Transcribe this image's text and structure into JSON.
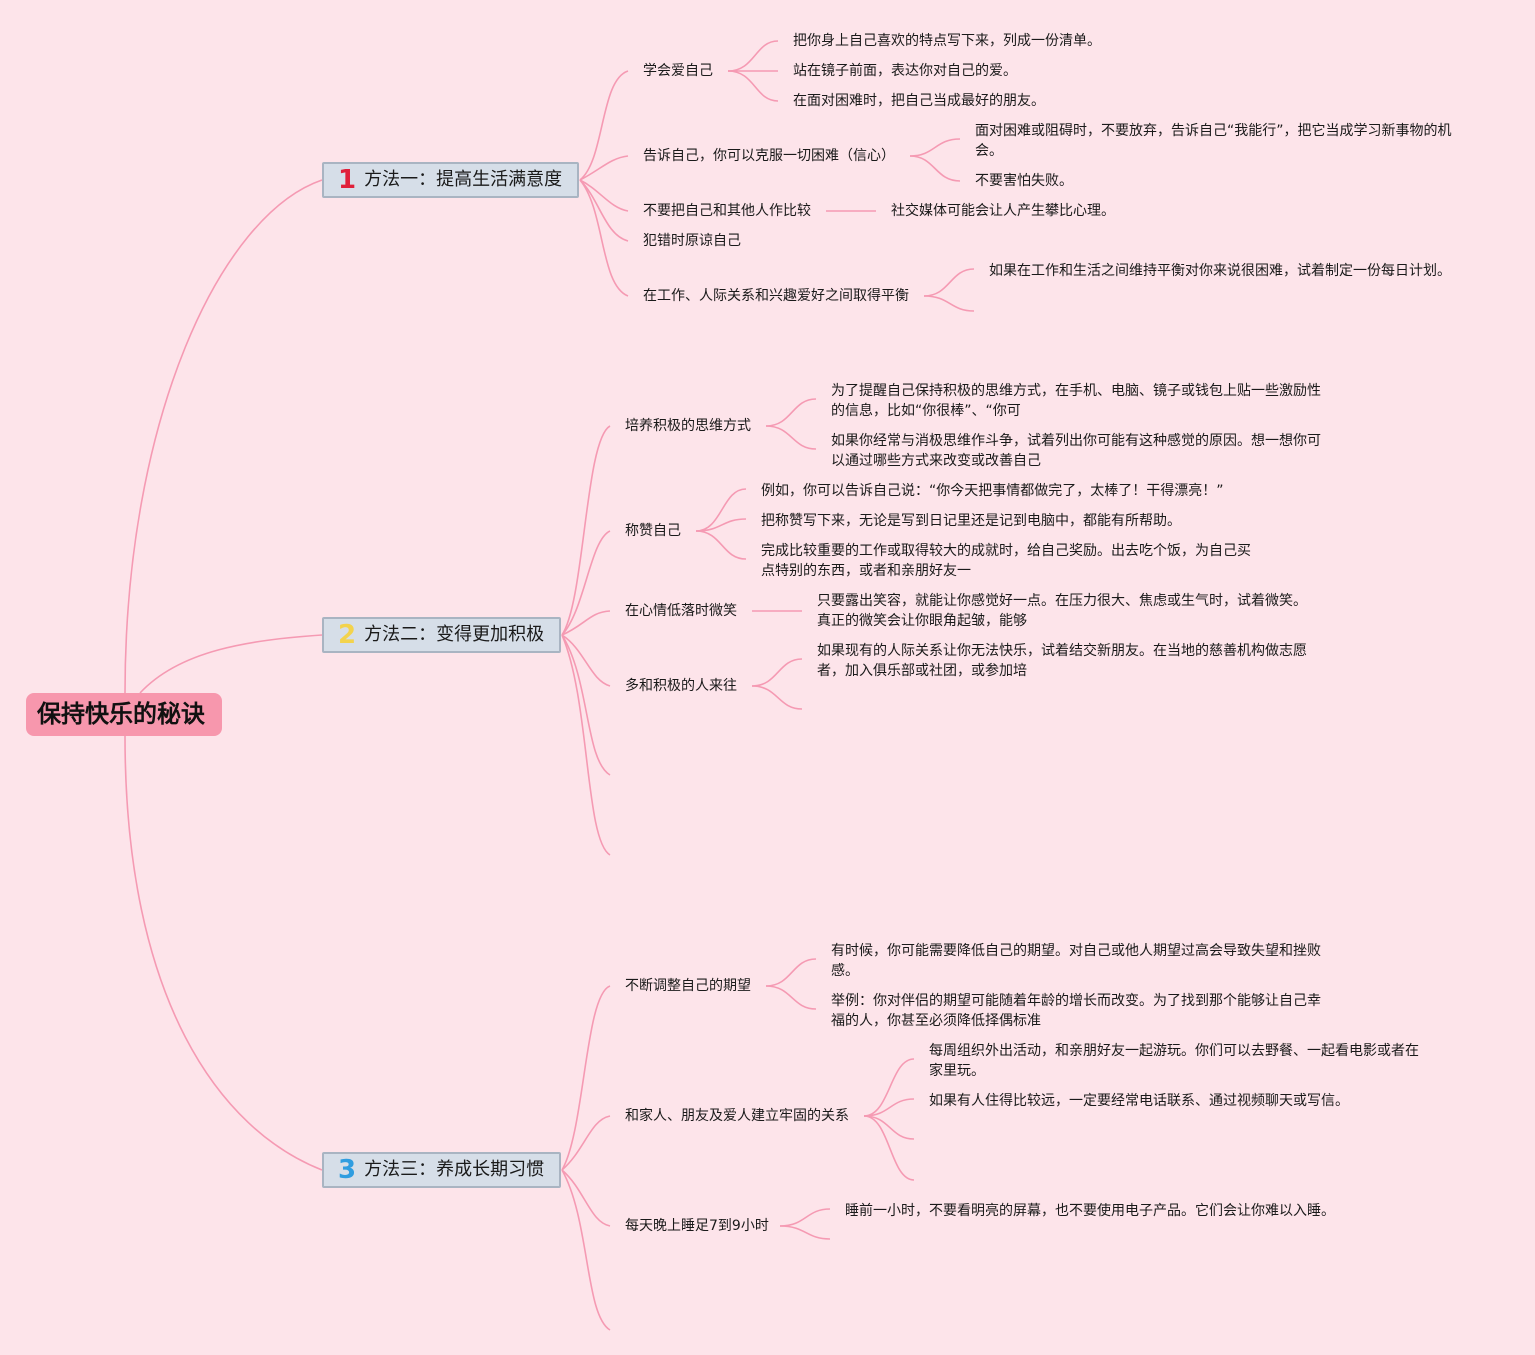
{
  "root": "保持快乐的秘诀",
  "colors": {
    "background": "#fde4ea",
    "root_fill": "#f797ad",
    "branch_fill": "#d6dee8",
    "line": "#f59ab3",
    "num1": "#e0203a",
    "num2": "#f3d34c",
    "num3": "#2f9de0"
  },
  "branches": [
    {
      "num": "1",
      "label": "方法一：提高生活满意度",
      "subs": [
        {
          "label": "学会爱自己",
          "leaves": [
            "把你身上自己喜欢的特点写下来，列成一份清单。",
            "站在镜子前面，表达你对自己的爱。",
            "在面对困难时，把自己当成最好的朋友。"
          ]
        },
        {
          "label": "告诉自己，你可以克服一切困难（信心）",
          "leaves": [
            "面对困难或阻碍时，不要放弃，告诉自己“我能行”，把它当成学习新事物的机会。",
            "不要害怕失败。"
          ]
        },
        {
          "label": "不要把自己和其他人作比较",
          "leaves": [
            "社交媒体可能会让人产生攀比心理。"
          ]
        },
        {
          "label": "犯错时原谅自己",
          "leaves": []
        },
        {
          "label": "在工作、人际关系和兴趣爱好之间取得平衡",
          "leaves": [
            "如果在工作和生活之间维持平衡对你来说很困难，试着制定一份每日计划。"
          ]
        }
      ]
    },
    {
      "num": "2",
      "label": "方法二：变得更加积极",
      "subs": [
        {
          "label": "培养积极的思维方式",
          "leaves": [
            "为了提醒自己保持积极的思维方式，在手机、电脑、镜子或钱包上贴一些激励性的信息，比如“你很棒”、“你可",
            "如果你经常与消极思维作斗争，试着列出你可能有这种感觉的原因。想一想你可以通过哪些方式来改变或改善自己"
          ]
        },
        {
          "label": "称赞自己",
          "leaves": [
            "例如，你可以告诉自己说：“你今天把事情都做完了，太棒了！干得漂亮！”",
            "把称赞写下来，无论是写到日记里还是记到电脑中，都能有所帮助。",
            "完成比较重要的工作或取得较大的成就时，给自己奖励。出去吃个饭，为自己买点特别的东西，或者和亲朋好友一"
          ]
        },
        {
          "label": "在心情低落时微笑",
          "leaves": [
            "只要露出笑容，就能让你感觉好一点。在压力很大、焦虑或生气时，试着微笑。真正的微笑会让你眼角起皱，能够"
          ]
        },
        {
          "label": "多和积极的人来往",
          "leaves": [
            "如果现有的人际关系让你无法快乐，试着结交新朋友。在当地的慈善机构做志愿者，加入俱乐部或社团，或参加培"
          ]
        }
      ]
    },
    {
      "num": "3",
      "label": "方法三：养成长期习惯",
      "subs": [
        {
          "label": "不断调整自己的期望",
          "leaves": [
            "有时候，你可能需要降低自己的期望。对自己或他人期望过高会导致失望和挫败感。",
            "举例：你对伴侣的期望可能随着年龄的增长而改变。为了找到那个能够让自己幸福的人，你甚至必须降低择偶标准"
          ]
        },
        {
          "label": "和家人、朋友及爱人建立牢固的关系",
          "leaves": [
            "每周组织外出活动，和亲朋好友一起游玩。你们可以去野餐、一起看电影或者在家里玩。",
            "如果有人住得比较远，一定要经常电话联系、通过视频聊天或写信。"
          ]
        },
        {
          "label": "每天晚上睡足7到9小时",
          "leaves": [
            "睡前一小时，不要看明亮的屏幕，也不要使用电子产品。它们会让你难以入睡。"
          ]
        }
      ]
    }
  ]
}
